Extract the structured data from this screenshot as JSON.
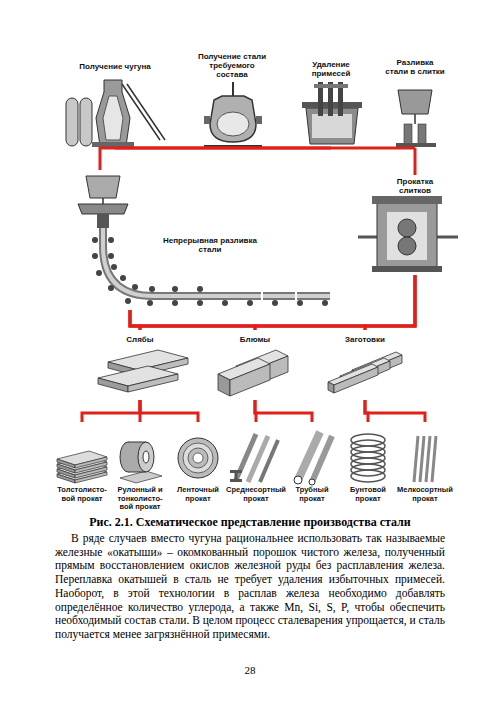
{
  "diagram": {
    "caption": "Рис. 2.1. Схематическое представление производства стали",
    "nodes": [
      {
        "text": [
          "Получение чугуна"
        ]
      },
      {
        "text": [
          "Получение стали требуемого состава"
        ]
      },
      {
        "text": [
          "Удаление примесей"
        ]
      },
      {
        "text": [
          "Разливка стали в слитки"
        ]
      },
      {
        "text": [
          "Непрерывная разливка стали"
        ]
      },
      {
        "text": [
          "Прокатка слитков"
        ]
      },
      {
        "text": [
          "Слябы"
        ]
      },
      {
        "text": [
          "Блюмы"
        ]
      },
      {
        "text": [
          "Заготовки"
        ]
      },
      {
        "text": [
          "Толстолисто- вой прокат"
        ]
      },
      {
        "text": [
          "Рулонный и тонколисто- вой прокат"
        ]
      },
      {
        "text": [
          "Ленточный прокат"
        ]
      },
      {
        "text": [
          "Среднесортный прокат"
        ]
      },
      {
        "text": [
          "Трубный прокат"
        ]
      },
      {
        "text": [
          "Бунтовой прокат"
        ]
      },
      {
        "text": [
          "Мелкосортный прокат"
        ]
      }
    ],
    "edges": [
      {
        "from": 0,
        "to": 1,
        "arrow": "none"
      },
      {
        "from": 1,
        "to": 2,
        "arrow": "none"
      },
      {
        "from": 2,
        "to": 3,
        "arrow": "none"
      },
      {
        "from": 2,
        "to": 4,
        "arrow": "none"
      },
      {
        "from": 3,
        "to": 5,
        "arrow": "none"
      },
      {
        "from": 4,
        "to": 6,
        "arrow": "none"
      },
      {
        "from": 4,
        "to": 7,
        "arrow": "none"
      },
      {
        "from": 4,
        "to": 8,
        "arrow": "none"
      },
      {
        "from": 5,
        "to": 6,
        "arrow": "none"
      },
      {
        "from": 5,
        "to": 7,
        "arrow": "none"
      },
      {
        "from": 5,
        "to": 8,
        "arrow": "none"
      },
      {
        "from": 6,
        "to": 9,
        "arrow": "none"
      },
      {
        "from": 6,
        "to": 10,
        "arrow": "none"
      },
      {
        "from": 6,
        "to": 11,
        "arrow": "none"
      },
      {
        "from": 7,
        "to": 12,
        "arrow": "none"
      },
      {
        "from": 7,
        "to": 13,
        "arrow": "none"
      },
      {
        "from": 8,
        "to": 14,
        "arrow": "none"
      },
      {
        "from": 8,
        "to": 15,
        "arrow": "none"
      }
    ],
    "labels": [
      "В ряде случаев вместо чугуна рациональнее использовать так называемые железные «окатыши» – окомкованный порошок чистого железа, полученный прямым восстановлением окислов железной руды без расплавления железа. Переплавка окатышей в сталь не требует удаления избыточных примесей. Наоборот, в этой технологии в расплав железа необходимо добавлять определённое количество углерода, а также Mn, Si, S, P, чтобы обеспечить необходимый состав стали. В целом процесс сталеварения упрощается, и сталь получается менее загрязнённой примесями.",
      "28"
    ]
  }
}
